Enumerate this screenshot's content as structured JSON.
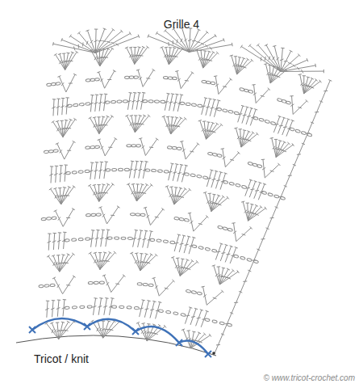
{
  "diagram": {
    "title": "Grille 4",
    "labels": [
      "Tricot / knit",
      "© www.tricot-crochet.com"
    ]
  }
}
